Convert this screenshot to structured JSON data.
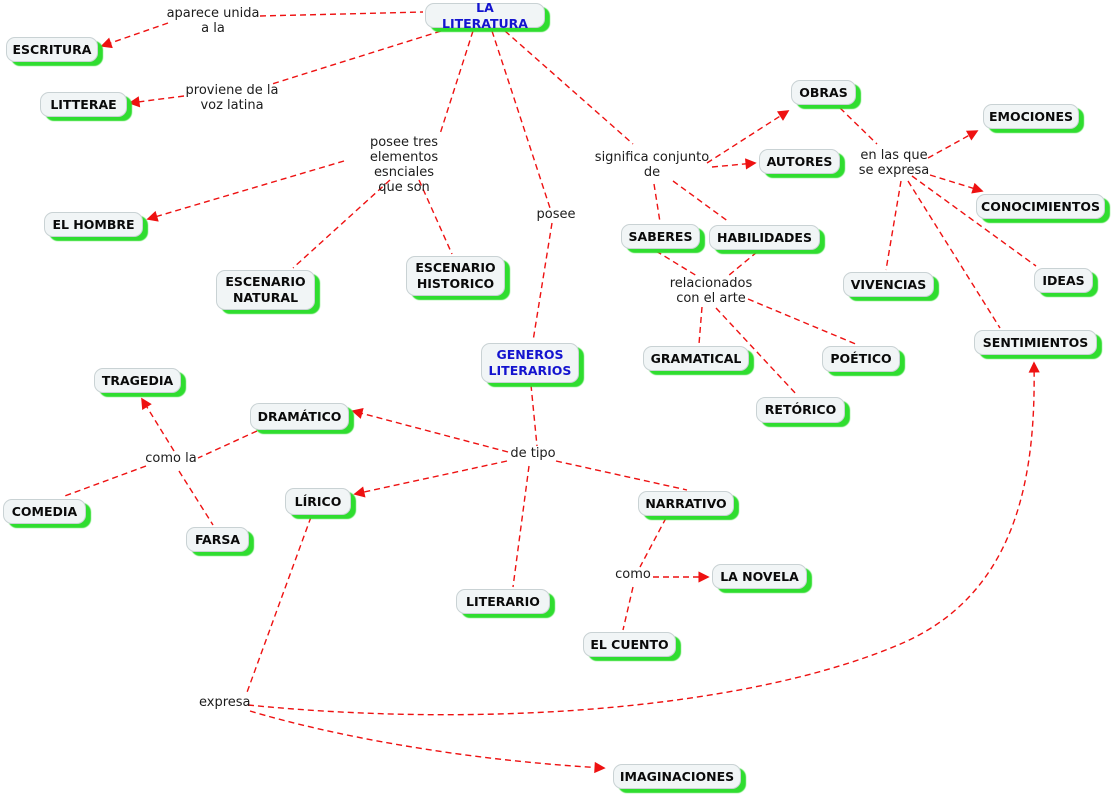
{
  "diagram_title": "LA LITERATURA",
  "colors": {
    "background": "#ffffff",
    "node_fill": "#f1f5f6",
    "node_border": "#c9d2d4",
    "node_shadow_green": "#2fdd2f",
    "arrow_red": "#ee1111",
    "node_text": "#0a0a0a",
    "title_text": "#1414cf",
    "label_text": "#1c1c1c"
  },
  "concepts": {
    "la_literatura": {
      "label": "LA LITERATURA"
    },
    "escritura": {
      "label": "ESCRITURA"
    },
    "litterae": {
      "label": "LITTERAE"
    },
    "el_hombre": {
      "label": "EL HOMBRE"
    },
    "escenario_natural": {
      "label": "ESCENARIO\nNATURAL"
    },
    "escenario_historico": {
      "label": "ESCENARIO\nHISTORICO"
    },
    "obras": {
      "label": "OBRAS"
    },
    "autores": {
      "label": "AUTORES"
    },
    "saberes": {
      "label": "SABERES"
    },
    "habilidades": {
      "label": "HABILIDADES"
    },
    "emociones": {
      "label": "EMOCIONES"
    },
    "conocimientos": {
      "label": "CONOCIMIENTOS"
    },
    "ideas": {
      "label": "IDEAS"
    },
    "vivencias": {
      "label": "VIVENCIAS"
    },
    "sentimientos": {
      "label": "SENTIMIENTOS"
    },
    "gramatical": {
      "label": "GRAMATICAL"
    },
    "poetico": {
      "label": "POÉTICO"
    },
    "retorico": {
      "label": "RETÓRICO"
    },
    "generos_literarios": {
      "label": "GENEROS\nLITERARIOS"
    },
    "tragedia": {
      "label": "TRAGEDIA"
    },
    "dramatico": {
      "label": "DRAMÁTICO"
    },
    "comedia": {
      "label": "COMEDIA"
    },
    "farsa": {
      "label": "FARSA"
    },
    "lirico": {
      "label": "LÍRICO"
    },
    "narrativo": {
      "label": "NARRATIVO"
    },
    "literario": {
      "label": "LITERARIO"
    },
    "la_novela": {
      "label": "LA NOVELA"
    },
    "el_cuento": {
      "label": "EL CUENTO"
    },
    "imaginaciones": {
      "label": "IMAGINACIONES"
    }
  },
  "links": {
    "aparece": {
      "text": "aparece unida\na la"
    },
    "proviene": {
      "text": "proviene de la\nvoz latina"
    },
    "posee_tres": {
      "text": "posee tres\nelementos esnciales\nque son"
    },
    "posee": {
      "text": "posee"
    },
    "significa": {
      "text": "significa conjunto\nde"
    },
    "en_las_que": {
      "text": "en las que\nse expresa"
    },
    "relacionados": {
      "text": "relacionados\ncon el arte"
    },
    "como_la": {
      "text": "como la"
    },
    "de_tipo": {
      "text": "de tipo"
    },
    "como": {
      "text": "como"
    },
    "expresa": {
      "text": "expresa"
    }
  },
  "edges": [
    {
      "from": "la_literatura",
      "via": "aparece",
      "to": "escritura",
      "arrow": true
    },
    {
      "from": "la_literatura",
      "via": "proviene",
      "to": "litterae",
      "arrow": true
    },
    {
      "from": "la_literatura",
      "via": "posee_tres",
      "to": "el_hombre",
      "arrow": true
    },
    {
      "from": "la_literatura",
      "via": "posee_tres",
      "to": "escenario_natural",
      "arrow": false
    },
    {
      "from": "la_literatura",
      "via": "posee_tres",
      "to": "escenario_historico",
      "arrow": false
    },
    {
      "from": "la_literatura",
      "via": "posee",
      "to": "generos_literarios",
      "arrow": false
    },
    {
      "from": "la_literatura",
      "via": "significa",
      "to": "obras",
      "arrow": true
    },
    {
      "from": "la_literatura",
      "via": "significa",
      "to": "autores",
      "arrow": true
    },
    {
      "from": "la_literatura",
      "via": "significa",
      "to": "saberes",
      "arrow": false
    },
    {
      "from": "la_literatura",
      "via": "significa",
      "to": "habilidades",
      "arrow": false
    },
    {
      "from": "obras",
      "via": "en_las_que",
      "to": "emociones",
      "arrow": true
    },
    {
      "from": "obras",
      "via": "en_las_que",
      "to": "conocimientos",
      "arrow": true
    },
    {
      "from": "obras",
      "via": "en_las_que",
      "to": "ideas",
      "arrow": false
    },
    {
      "from": "obras",
      "via": "en_las_que",
      "to": "vivencias",
      "arrow": false
    },
    {
      "from": "obras",
      "via": "en_las_que",
      "to": "sentimientos",
      "arrow": false
    },
    {
      "from": "saberes",
      "via": "relacionados",
      "to": "gramatical",
      "arrow": false
    },
    {
      "from": "habilidades",
      "via": "relacionados",
      "to": "retorico",
      "arrow": false
    },
    {
      "from": "habilidades",
      "via": "relacionados",
      "to": "poetico",
      "arrow": false
    },
    {
      "from": "generos_literarios",
      "via": "de_tipo",
      "to": "dramatico",
      "arrow": true
    },
    {
      "from": "generos_literarios",
      "via": "de_tipo",
      "to": "lirico",
      "arrow": true
    },
    {
      "from": "generos_literarios",
      "via": "de_tipo",
      "to": "narrativo",
      "arrow": false
    },
    {
      "from": "generos_literarios",
      "via": "de_tipo",
      "to": "literario",
      "arrow": false
    },
    {
      "from": "dramatico",
      "via": "como_la",
      "to": "tragedia",
      "arrow": true
    },
    {
      "from": "dramatico",
      "via": "como_la",
      "to": "comedia",
      "arrow": false
    },
    {
      "from": "dramatico",
      "via": "como_la",
      "to": "farsa",
      "arrow": false
    },
    {
      "from": "narrativo",
      "via": "como",
      "to": "la_novela",
      "arrow": true
    },
    {
      "from": "narrativo",
      "via": "como",
      "to": "el_cuento",
      "arrow": false
    },
    {
      "from": "lirico",
      "via": "expresa",
      "to": "imaginaciones",
      "arrow": true
    },
    {
      "from": "lirico",
      "via": "expresa",
      "to": "sentimientos",
      "arrow": true
    }
  ]
}
